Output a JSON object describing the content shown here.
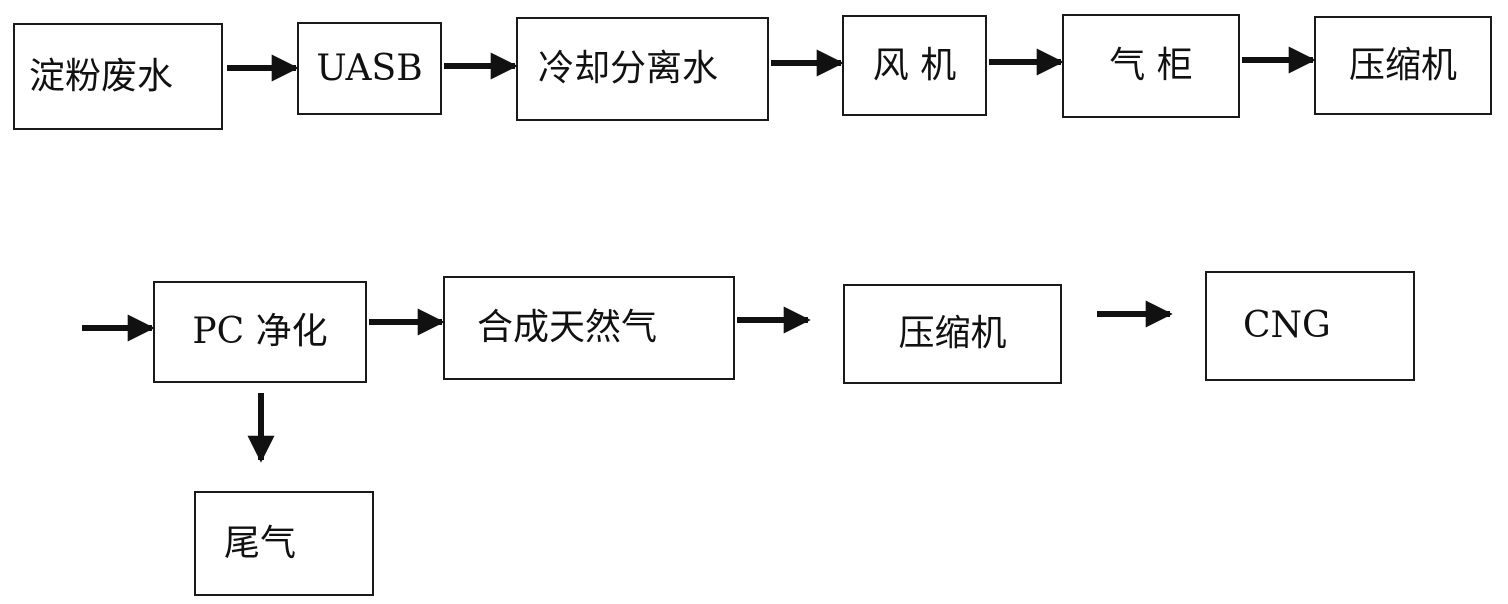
{
  "diagram": {
    "nodes": {
      "starch_wastewater": "淀粉废水",
      "uasb": "UASB",
      "cooling_water_separation": "冷却分离水",
      "fan": "风 机",
      "gas_holder": "气 柜",
      "compressor_1": "压缩机",
      "pc_purification": "PC 净化",
      "synthetic_natural_gas": "合成天然气",
      "compressor_2": "压缩机",
      "cng": "CNG",
      "tail_gas": "尾气"
    }
  }
}
